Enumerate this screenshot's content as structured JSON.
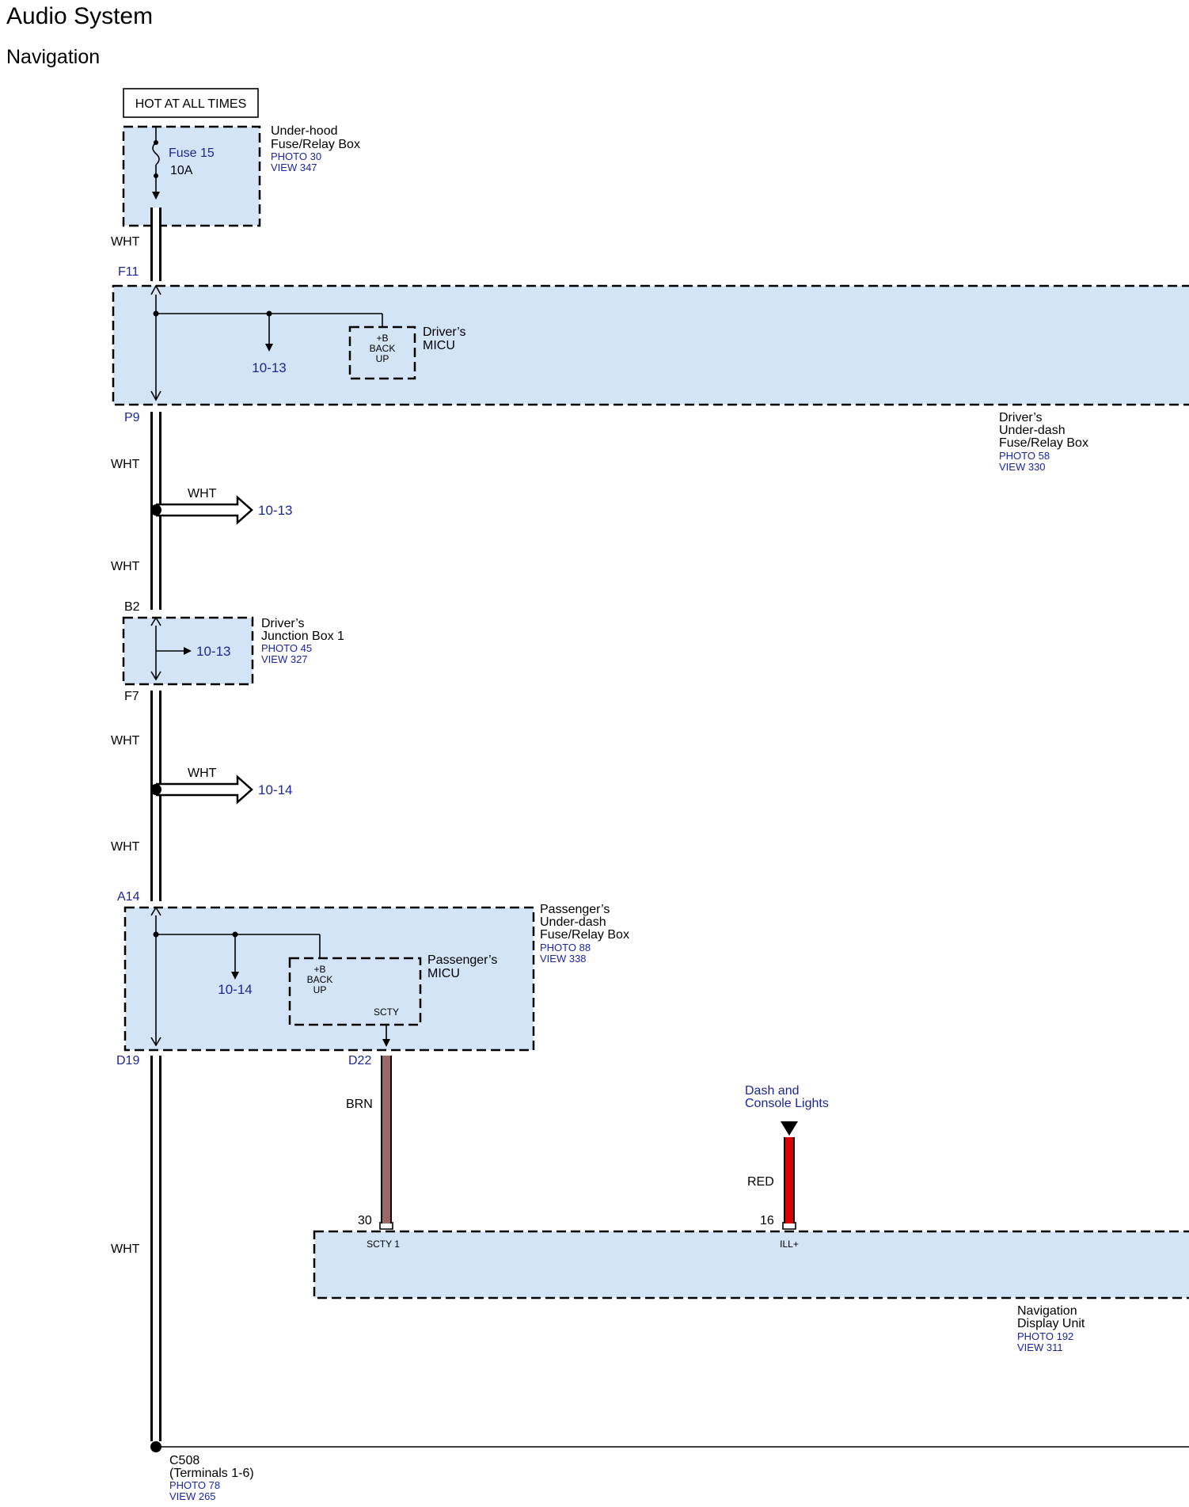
{
  "page": {
    "title": "Audio System",
    "subtitle": "Navigation"
  },
  "hot_label": "HOT AT ALL TIMES",
  "fuse": {
    "name": "Fuse 15",
    "rating": "10A"
  },
  "underhood_box": {
    "line1": "Under-hood",
    "line2": "Fuse/Relay Box",
    "photo": "PHOTO 30",
    "view": "VIEW 347"
  },
  "drivers_underdash": {
    "line1": "Driver’s",
    "line2": "Under-dash",
    "line3": "Fuse/Relay Box",
    "photo": "PHOTO 58",
    "view": "VIEW 330"
  },
  "drivers_micu": {
    "line1": "Driver’s",
    "line2": "MICU",
    "inner1": "+B",
    "inner2": "BACK",
    "inner3": "UP"
  },
  "drivers_junction": {
    "line1": "Driver’s",
    "line2": "Junction Box 1",
    "photo": "PHOTO 45",
    "view": "VIEW 327"
  },
  "passengers_underdash": {
    "line1": "Passenger’s",
    "line2": "Under-dash",
    "line3": "Fuse/Relay Box",
    "photo": "PHOTO 88",
    "view": "VIEW 338"
  },
  "passengers_micu": {
    "line1": "Passenger’s",
    "line2": "MICU",
    "inner1": "+B",
    "inner2": "BACK",
    "inner3": "UP",
    "pin": "SCTY"
  },
  "nav_unit": {
    "line1": "Navigation",
    "line2": "Display Unit",
    "photo": "PHOTO 192",
    "view": "VIEW 311",
    "pin1_label": "SCTY 1",
    "pin2_label": "ILL+"
  },
  "dash_lights": {
    "line1": "Dash and",
    "line2": "Console Lights"
  },
  "ground": {
    "line1": "C508",
    "line2": "(Terminals 1-6)",
    "photo": "PHOTO 78",
    "view": "VIEW 265"
  },
  "connectors": {
    "f11": "F11",
    "p9": "P9",
    "b2": "B2",
    "f7": "F7",
    "a14": "A14",
    "d19": "D19",
    "d22": "D22",
    "pin30": "30",
    "pin16": "16"
  },
  "wires": {
    "w1": "WHT",
    "w2": "WHT",
    "w3": "WHT",
    "w4": "WHT",
    "w5": "WHT",
    "w6": "WHT",
    "w7": "WHT",
    "w8": "WHT",
    "brn": "BRN",
    "red": "RED"
  },
  "wire_colors": {
    "brown": "#9c6767",
    "red": "#d80000",
    "box_fill": "#d2e4f6",
    "ref_blue": "#1c2796"
  },
  "refs": {
    "r1": "10-13",
    "r2": "10-13",
    "r3": "10-13",
    "r4": "10-14",
    "r5": "10-14"
  }
}
